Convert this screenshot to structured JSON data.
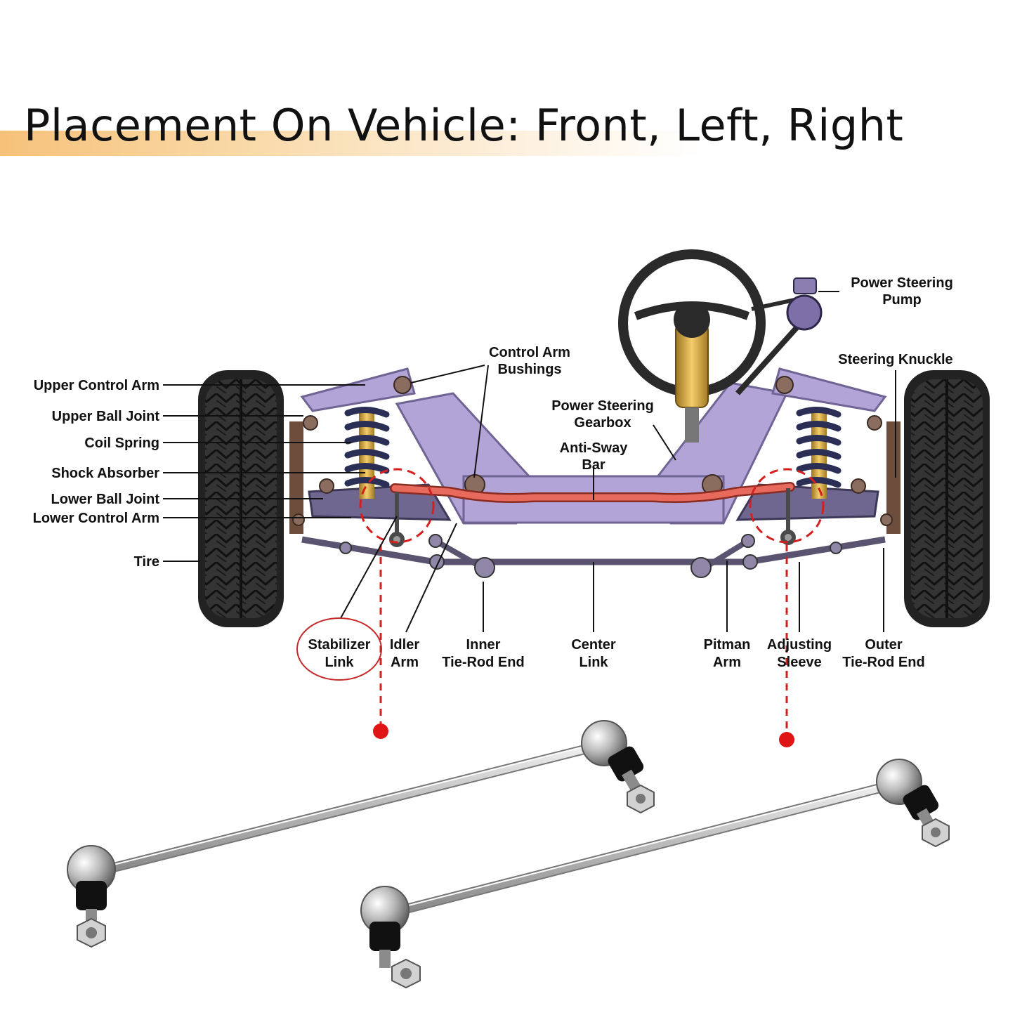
{
  "title": "Placement On Vehicle: Front, Left, Right",
  "colors": {
    "frame": "#a99ccc",
    "frame_dark": "#6f6494",
    "anti_sway_bar": "#e05446",
    "highlight_red": "#d62020",
    "tire": "#2e2e2e",
    "title_band": "#f6c27a"
  },
  "labels": {
    "upper_control_arm": "Upper Control Arm",
    "upper_ball_joint": "Upper Ball Joint",
    "coil_spring": "Coil Spring",
    "shock_absorber": "Shock Absorber",
    "lower_ball_joint": "Lower Ball Joint",
    "lower_control_arm": "Lower Control Arm",
    "tire": "Tire",
    "control_arm_bushings": [
      "Control Arm",
      "Bushings"
    ],
    "power_steering_gearbox": [
      "Power Steering",
      "Gearbox"
    ],
    "anti_sway_bar": [
      "Anti-Sway",
      "Bar"
    ],
    "power_steering_pump": [
      "Power Steering",
      "Pump"
    ],
    "steering_knuckle": "Steering Knuckle",
    "stabilizer_link": [
      "Stabilizer",
      "Link"
    ],
    "idler_arm": [
      "Idler",
      "Arm"
    ],
    "inner_tie_rod_end": [
      "Inner",
      "Tie-Rod End"
    ],
    "center_link": [
      "Center",
      "Link"
    ],
    "pitman_arm": [
      "Pitman",
      "Arm"
    ],
    "adjusting_sleeve": [
      "Adjusting",
      "Sleeve"
    ],
    "outer_tie_rod_end": [
      "Outer",
      "Tie-Rod End"
    ]
  }
}
